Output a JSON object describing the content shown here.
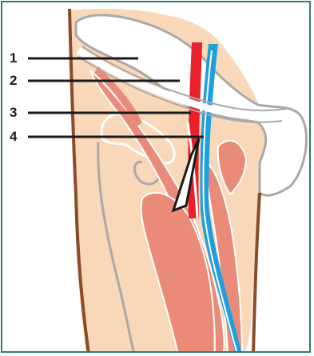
{
  "labels": [
    {
      "number": "1"
    },
    {
      "number": "2"
    },
    {
      "number": "3"
    },
    {
      "number": "4"
    }
  ],
  "colors": {
    "frame": "#2e7b73",
    "skin": "#f8d8b8",
    "muscle": "#ea8b7a",
    "bone_outline": "#a9a9a9",
    "artery": "#e8202a",
    "vein": "#1e9fe0",
    "nerve": "#ffffff",
    "outline": "#8a4b2a",
    "leader": "#1a1a1a"
  }
}
